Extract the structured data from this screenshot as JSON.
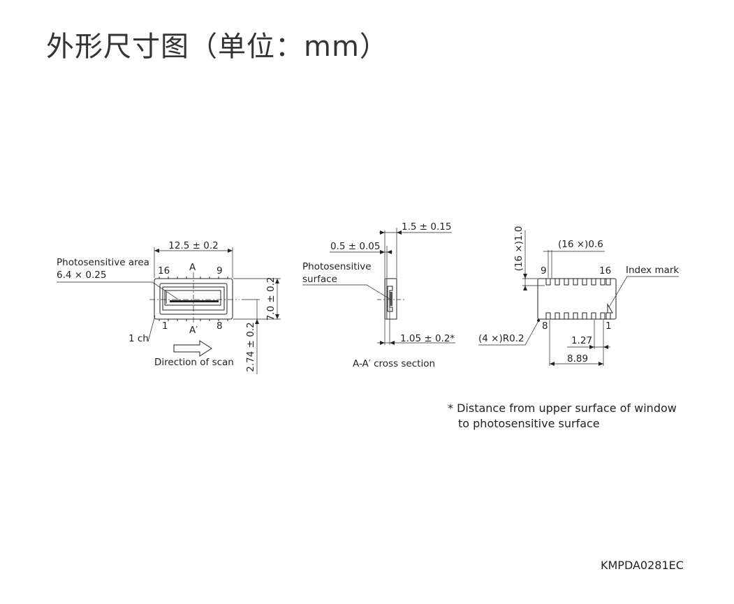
{
  "title": "外形尺寸图（单位：mm）",
  "front_view": {
    "width_dim": "12.5 ± 0.2",
    "height_dim": "7.0 ± 0.2",
    "offset_dim": "2.74 ± 0.2",
    "photosensitive_area_label": "Photosensitive area",
    "photosensitive_area_value": "6.4 × 0.25",
    "pin_16": "16",
    "pin_9": "9",
    "pin_1": "1",
    "pin_8": "8",
    "section_a": "A",
    "section_a_prime": "A′",
    "channel_label": "1 ch",
    "scan_label": "Direction of scan"
  },
  "cross_section": {
    "top_dim": "1.5 ± 0.15",
    "window_dim": "0.5 ± 0.05",
    "surface_label_1": "Photosensitive",
    "surface_label_2": "surface",
    "depth_dim": "1.05 ± 0.2*",
    "caption": "A-A′ cross section"
  },
  "back_view": {
    "pad_length_dim": "(16 ×)1.0",
    "pad_width_dim": "(16 ×)0.6",
    "pin_9": "9",
    "pin_16": "16",
    "pin_8": "8",
    "pin_1": "1",
    "index_mark": "Index mark",
    "corner_radius": "(4 ×)R0.2",
    "pitch_dim": "1.27",
    "span_dim": "8.89"
  },
  "footnote": {
    "line1": "* Distance from upper surface of window",
    "line2": "to photosensitive surface"
  },
  "drawing_code": "KMPDA0281EC"
}
